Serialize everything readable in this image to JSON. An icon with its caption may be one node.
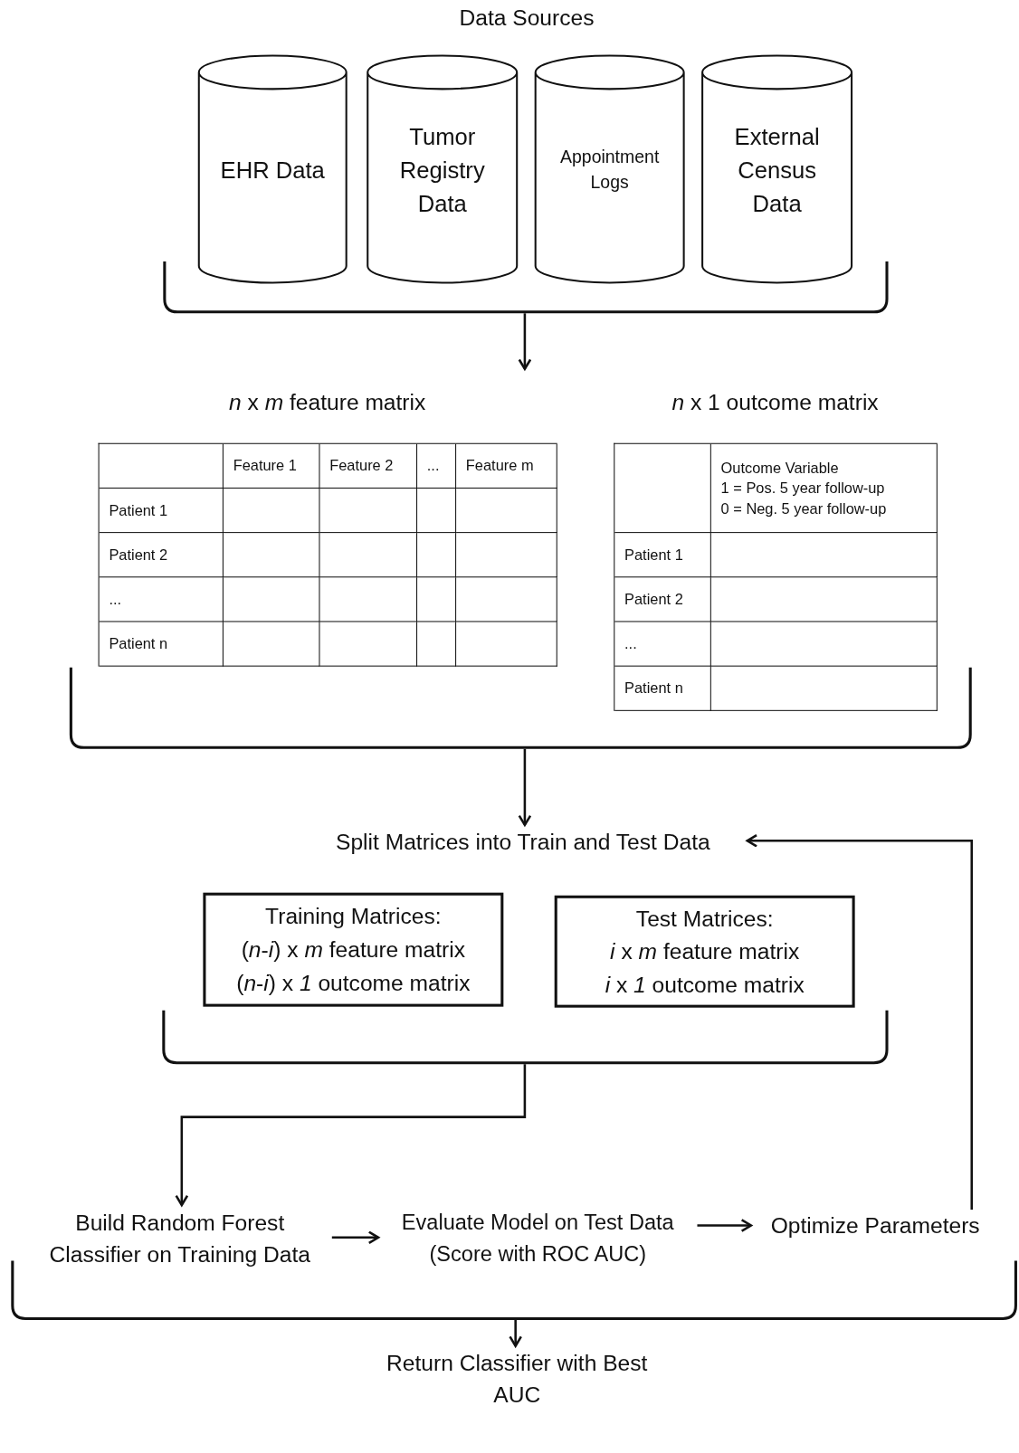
{
  "diagram": {
    "title": "Data Sources",
    "nodes": [
      {
        "text": [
          "EHR Data"
        ]
      },
      {
        "text": [
          "Tumor Registry Data"
        ]
      },
      {
        "text": [
          "Appointment Logs"
        ]
      },
      {
        "text": [
          "External Census Data"
        ]
      },
      {
        "text": [],
        "shape": "bracket"
      },
      {
        "text": [
          "*n* x *m* feature matrix"
        ]
      },
      {
        "text": [
          "*n* x 1 outcome matrix"
        ]
      },
      {
        "text": [],
        "shape": "bracket"
      },
      {
        "text": [
          "Split Matrices into Train and Test Data"
        ]
      },
      {
        "text": [
          "Training Matrices:",
          "(*n*-*i*) x *m* feature matrix",
          "(*n*-*i*) x *1* outcome matrix"
        ]
      },
      {
        "text": [
          "Test Matrices:",
          "*i* x *m* feature matrix",
          "*i* x *1* outcome matrix"
        ]
      },
      {
        "text": [],
        "shape": "bracket"
      },
      {
        "text": [
          "Build Random Forest Classifier on Training Data"
        ]
      },
      {
        "text": [
          "Evaluate Model on Test Data (Score with ROC AUC)"
        ]
      },
      {
        "text": [
          "Optimize Parameters"
        ]
      },
      {
        "text": [],
        "shape": "bracket"
      },
      {
        "text": [
          "Return Classifier with Best AUC"
        ]
      }
    ],
    "edges": [
      {
        "from": 4,
        "to": null,
        "arrow": "to"
      },
      {
        "from": 7,
        "to": 8,
        "arrow": "to"
      },
      {
        "from": 11,
        "to": 12,
        "arrow": "to"
      },
      {
        "from": 12,
        "to": 13,
        "arrow": "to"
      },
      {
        "from": 13,
        "to": 14,
        "arrow": "to"
      },
      {
        "from": 14,
        "to": 8,
        "arrow": "to"
      },
      {
        "from": 15,
        "to": 16,
        "arrow": "to"
      }
    ],
    "labels": [
      "Feature 1",
      "Feature 2",
      "...",
      "Feature m",
      "Patient 1",
      "Patient 2",
      "...",
      "Patient n",
      "Outcome Variable",
      "1 = Pos. 5 year follow-up",
      "0 = Neg. 5 year follow-up",
      "Patient 1",
      "Patient 2",
      "...",
      "Patient n"
    ]
  }
}
